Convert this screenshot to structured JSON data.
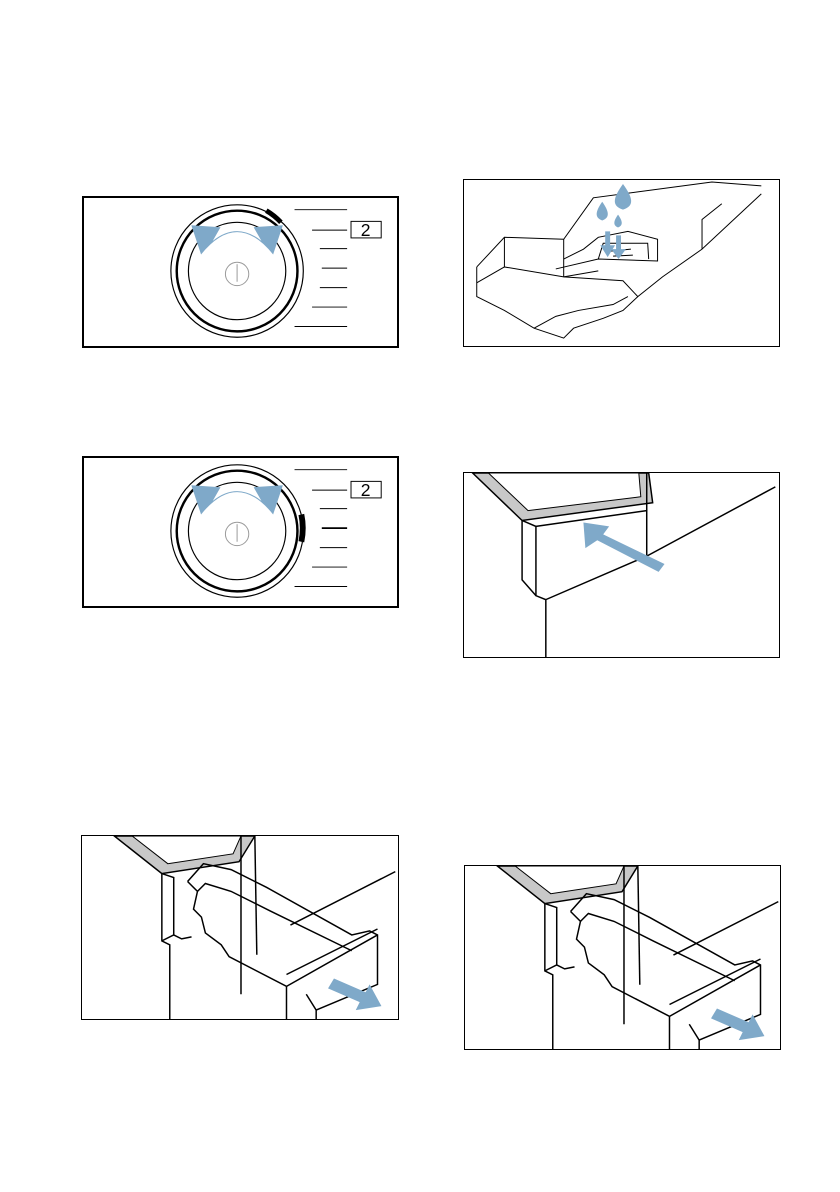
{
  "figures": [
    {
      "id": "dial-top",
      "program_indicator": "2"
    },
    {
      "id": "dial-bottom",
      "program_indicator": "2"
    },
    {
      "id": "detergent-drops"
    },
    {
      "id": "push-drawer"
    },
    {
      "id": "pull-drawer-left"
    },
    {
      "id": "pull-drawer-right"
    }
  ],
  "colors": {
    "arrow": "#7fa9c9",
    "drop": "#7fa9c9",
    "frame_gray": "#c8c8c8",
    "line": "#000000"
  },
  "icons": [
    "rotate-arrow-icon",
    "power-symbol-icon",
    "water-drop-icon",
    "push-arrow-icon",
    "pull-arrow-icon"
  ]
}
